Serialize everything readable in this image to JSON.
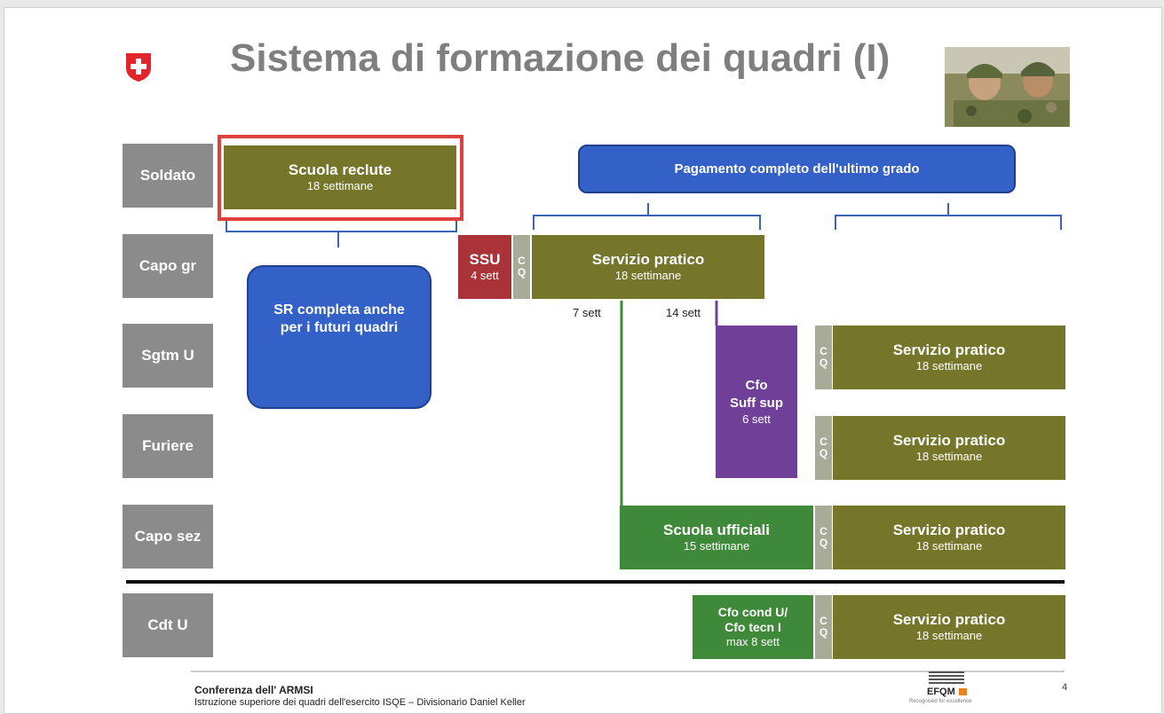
{
  "title": "Sistema di formazione dei quadri (I)",
  "ranks": [
    "Soldato",
    "Capo gr",
    "Sgtm U",
    "Furiere",
    "Capo sez",
    "Cdt U"
  ],
  "cq": [
    "C",
    "Q"
  ],
  "boxes": {
    "scuola_reclute": {
      "title": "Scuola reclute",
      "sub": "18  settimane"
    },
    "pagamento": {
      "title": "Pagamento completo dell'ultimo grado"
    },
    "ssu": {
      "title": "SSU",
      "sub": "4 sett"
    },
    "servizio_capo_gr": {
      "title": "Servizio pratico",
      "sub": "18  settimane"
    },
    "sr_completa": {
      "line1": "SR completa anche",
      "line2": "per i futuri quadri"
    },
    "cfo_suff": {
      "line1": "Cfo",
      "line2": "Suff sup",
      "sub": "6 sett"
    },
    "servizio_sgtm": {
      "title": "Servizio pratico",
      "sub": "18  settimane"
    },
    "servizio_furiere": {
      "title": "Servizio pratico",
      "sub": "18  settimane"
    },
    "scuola_ufficiali": {
      "title": "Scuola ufficiali",
      "sub": "15 settimane"
    },
    "servizio_capo_sez": {
      "title": "Servizio pratico",
      "sub": "18  settimane"
    },
    "cfo_cond": {
      "line1": "Cfo cond U/",
      "line2": "Cfo tecn I",
      "sub": "max 8 sett"
    },
    "servizio_cdt": {
      "title": "Servizio pratico",
      "sub": "18  settimane"
    }
  },
  "labels": {
    "sett7": "7 sett",
    "sett14": "14 sett"
  },
  "footer": {
    "line1": "Conferenza dell' ARMSI",
    "line2": "Istruzione superiore dei quadri dell'esercito ISQE – Divisionario Daniel Keller",
    "page": "4",
    "efqm": "EFQM",
    "efqm_sub": "Recognised for excellence"
  },
  "colors": {
    "olive": "#75762a",
    "green": "#3f8a3a",
    "purple": "#703f98",
    "red": "#a93338",
    "blue": "#3361c8",
    "highlight": "#e0403c"
  }
}
